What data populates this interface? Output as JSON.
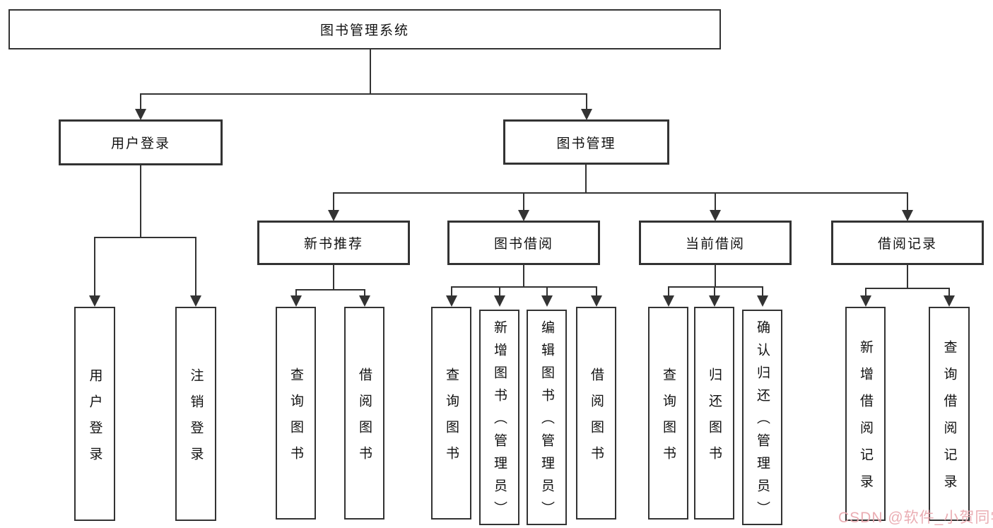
{
  "tree": {
    "label": "图书管理系统",
    "children": [
      {
        "label": "用户登录",
        "children": [
          {
            "label": "用户登录"
          },
          {
            "label": "注销登录"
          }
        ]
      },
      {
        "label": "图书管理",
        "children": [
          {
            "label": "新书推荐",
            "children": [
              {
                "label": "查询图书"
              },
              {
                "label": "借阅图书"
              }
            ]
          },
          {
            "label": "图书借阅",
            "children": [
              {
                "label": "查询图书"
              },
              {
                "label": "新增图书（管理员）"
              },
              {
                "label": "编辑图书（管理员）"
              },
              {
                "label": "借阅图书"
              }
            ]
          },
          {
            "label": "当前借阅",
            "children": [
              {
                "label": "查询图书"
              },
              {
                "label": "归还图书"
              },
              {
                "label": "确认归还（管理员）"
              }
            ]
          },
          {
            "label": "借阅记录",
            "children": [
              {
                "label": "新增借阅记录"
              },
              {
                "label": "查询借阅记录"
              }
            ]
          }
        ]
      }
    ]
  },
  "watermark": {
    "text": "CSDN @软件_小贺同学"
  },
  "colors": {
    "line": "#333333",
    "text": "#111111",
    "background": "#ffffff",
    "watermark_pink": "#e8a6ad"
  }
}
